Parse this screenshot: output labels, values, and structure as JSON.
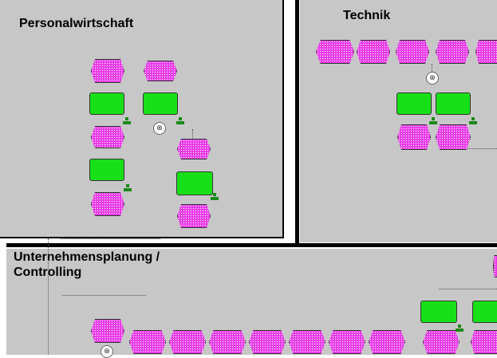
{
  "panels": {
    "personal": {
      "title": "Personalwirtschaft"
    },
    "technik": {
      "title": "Technik"
    },
    "controlling": {
      "title_line1": "Unternehmensplanung /",
      "title_line2": "Controlling"
    }
  },
  "symbols": {
    "xor_glyph": "⊗",
    "event_color": "#e83ce8",
    "function_color": "#18e018",
    "org_unit_color": "#1a8a1a",
    "panel_color": "#c7c7c7"
  }
}
